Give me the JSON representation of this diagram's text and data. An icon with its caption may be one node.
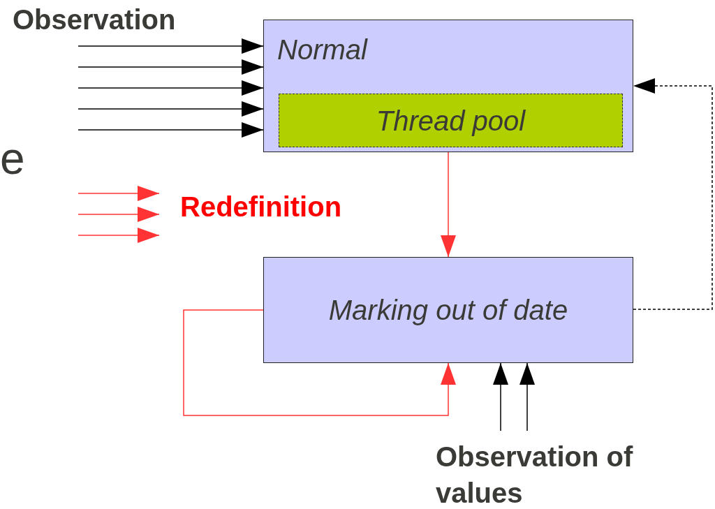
{
  "diagram": {
    "nodes": [
      {
        "text": [
          "Normal"
        ]
      },
      {
        "text": [
          "Thread pool"
        ],
        "in": 0
      },
      {
        "text": [
          "Marking out of date"
        ]
      },
      {
        "text": [
          "Redefinition"
        ]
      }
    ],
    "edges": [
      {
        "from": null,
        "to": 0,
        "arrow": "to"
      },
      {
        "from": null,
        "to": 0,
        "arrow": "to"
      },
      {
        "from": null,
        "to": 0,
        "arrow": "to"
      },
      {
        "from": null,
        "to": 0,
        "arrow": "to"
      },
      {
        "from": null,
        "to": 0,
        "arrow": "to"
      },
      {
        "from": null,
        "to": 3,
        "arrow": "to",
        "color": "#ff3333"
      },
      {
        "from": null,
        "to": 3,
        "arrow": "to",
        "color": "#ff3333"
      },
      {
        "from": null,
        "to": 3,
        "arrow": "to",
        "color": "#ff3333"
      },
      {
        "from": 0,
        "to": 2,
        "arrow": "to",
        "color": "#ff3333"
      },
      {
        "from": 2,
        "to": 2,
        "arrow": "to",
        "color": "#ff3333"
      },
      {
        "from": 2,
        "to": 0,
        "arrow": "to",
        "style": "dashed"
      },
      {
        "from": null,
        "to": 2,
        "arrow": "to"
      },
      {
        "from": null,
        "to": 2,
        "arrow": "to"
      }
    ],
    "labels": [
      "Observation",
      "e",
      "Observation of values"
    ]
  }
}
